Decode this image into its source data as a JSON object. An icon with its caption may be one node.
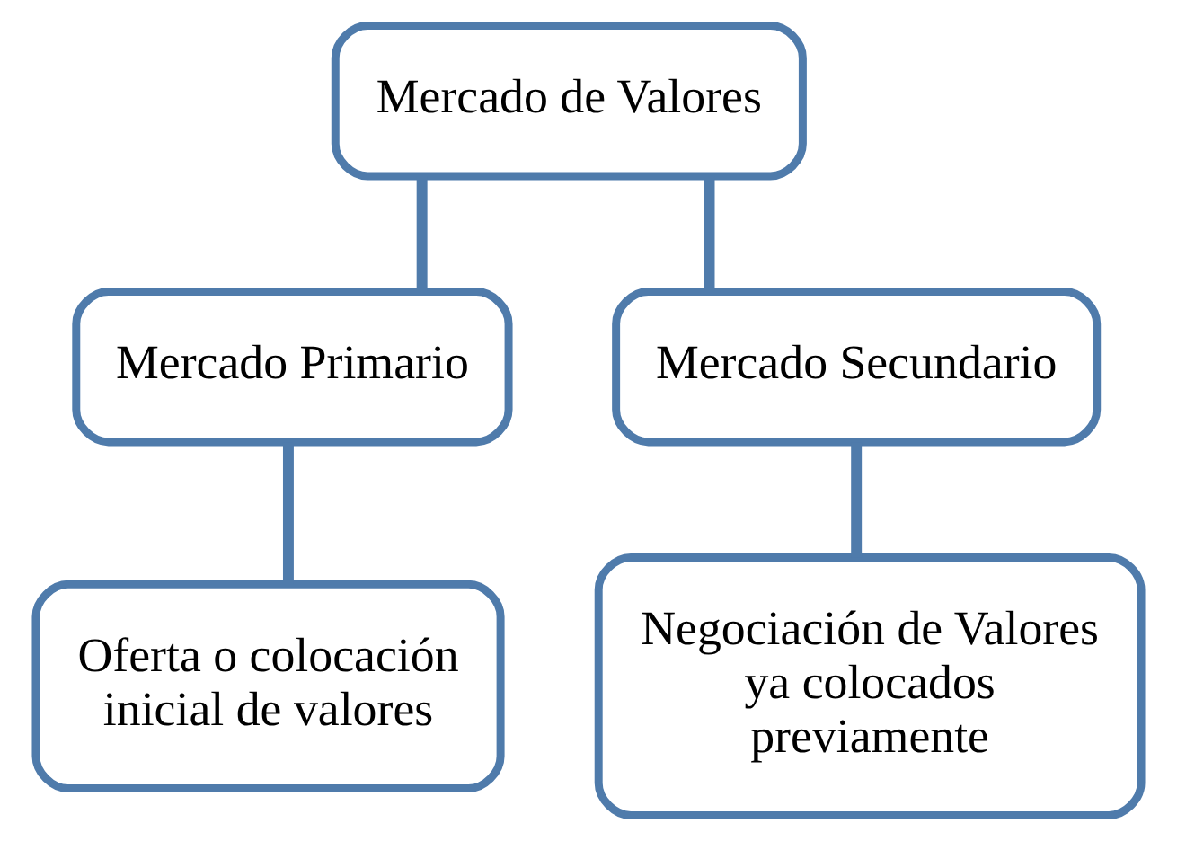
{
  "diagram": {
    "nodes": [
      {
        "text": [
          "Mercado de Valores"
        ]
      },
      {
        "text": [
          "Mercado Primario"
        ]
      },
      {
        "text": [
          "Mercado Secundario"
        ]
      },
      {
        "text": [
          "Oferta o colocación inicial de valores"
        ]
      },
      {
        "text": [
          "Negociación de Valores ya colocados previamente"
        ]
      }
    ],
    "edges": [
      {
        "from": 0,
        "to": 1,
        "arrow": "none"
      },
      {
        "from": 0,
        "to": 2,
        "arrow": "none"
      },
      {
        "from": 1,
        "to": 3,
        "arrow": "none"
      },
      {
        "from": 2,
        "to": 4,
        "arrow": "none"
      }
    ]
  }
}
